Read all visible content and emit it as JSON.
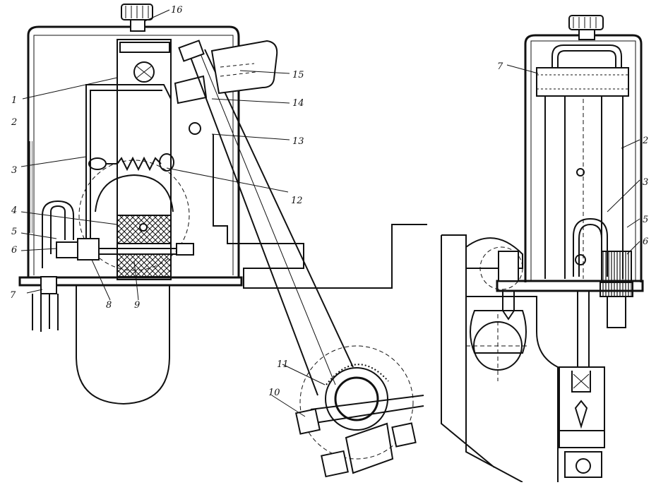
{
  "left_view": {
    "labels": {
      "l1": "1",
      "l2": "2",
      "l3": "3",
      "l4": "4",
      "l5": "5",
      "l6": "6",
      "l7": "7",
      "l8": "8",
      "l9": "9",
      "l10": "10",
      "l11": "11",
      "l12": "12",
      "l13": "13",
      "l14": "14",
      "l15": "15",
      "l16": "16"
    }
  },
  "right_view": {
    "labels": {
      "r7": "7",
      "r2": "2",
      "r3": "3",
      "r5": "5",
      "r6": "6"
    }
  }
}
